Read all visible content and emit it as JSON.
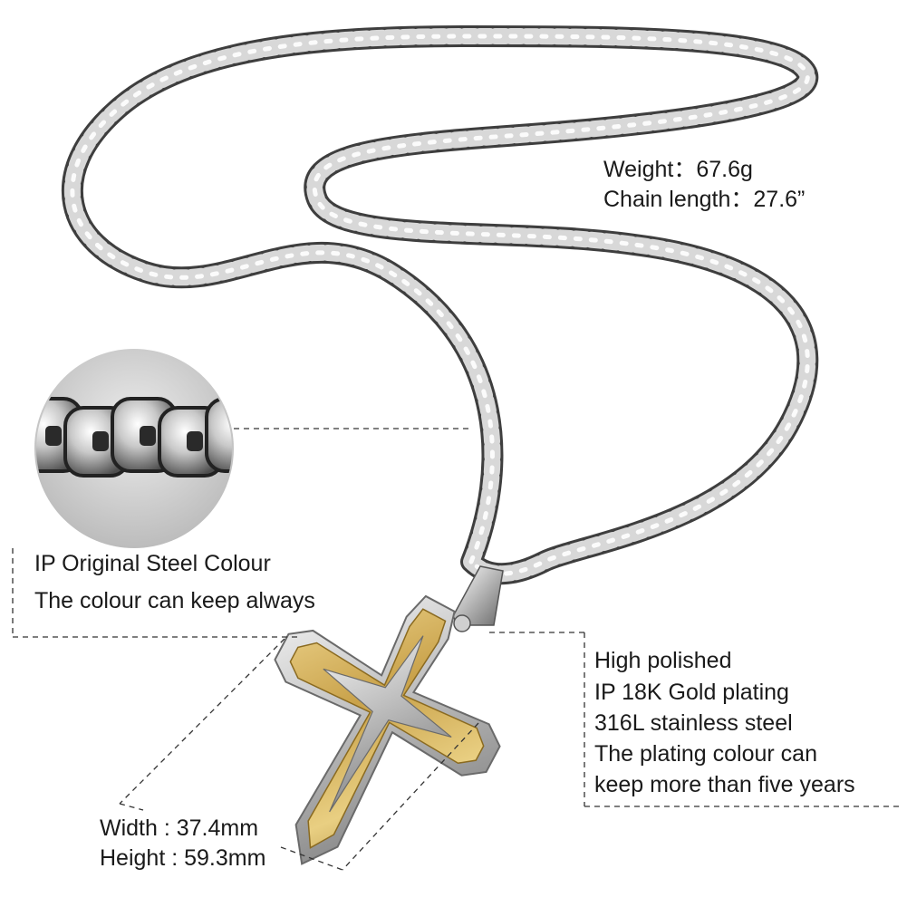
{
  "specs": {
    "weight": "Weight：67.6g",
    "chain_length": "Chain length：27.6”"
  },
  "steel_callout": {
    "title": "IP Original Steel Colour",
    "subtitle": "The colour can keep always"
  },
  "gold_callout": {
    "lines": [
      "High polished",
      "IP 18K Gold plating",
      "316L stainless steel",
      "The plating colour can",
      "keep more than five years"
    ]
  },
  "dimensions": {
    "width": "Width : 37.4mm",
    "height": "Height : 59.3mm"
  },
  "colors": {
    "steel_light": "#e6e6e6",
    "steel_dark": "#6b6b6b",
    "gold": "#c9a24a",
    "gold_light": "#e8cf84",
    "text": "#1a1a1a"
  }
}
